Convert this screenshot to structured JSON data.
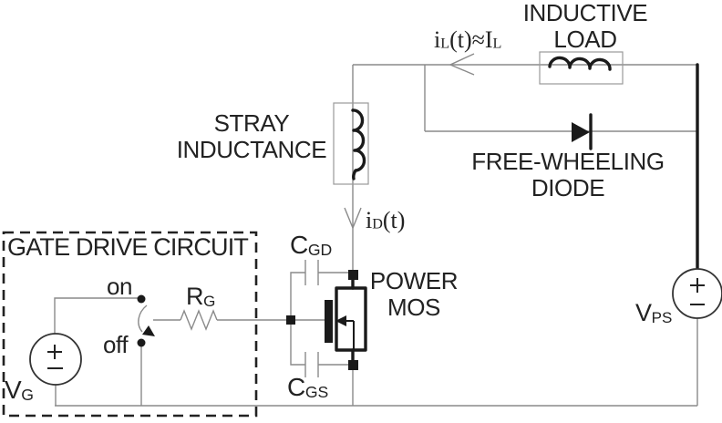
{
  "diagram": {
    "inductive_load": {
      "line1": "INDUCTIVE",
      "line2": "LOAD"
    },
    "stray_inductance": {
      "line1": "STRAY",
      "line2": "INDUCTANCE"
    },
    "free_wheeling": {
      "line1": "FREE-WHEELING",
      "line2": "DIODE"
    },
    "power_mos": {
      "line1": "POWER",
      "line2": "MOS"
    },
    "gate_drive_title": "GATE DRIVE CIRCUIT",
    "switch": {
      "on_label": "on",
      "off_label": "off"
    },
    "currents": {
      "load_current": {
        "pre": "i",
        "sub1": "L",
        "mid": "(t)≈I",
        "sub2": "L"
      },
      "drain_current": {
        "pre": "i",
        "sub": "D",
        "post": "(t)"
      }
    },
    "components": {
      "gate_resistor": {
        "main": "R",
        "sub": "G"
      },
      "gate_drain_cap": {
        "main": "C",
        "sub": "GD"
      },
      "gate_source_cap": {
        "main": "C",
        "sub": "GS"
      },
      "gate_voltage_source": {
        "main": "V",
        "sub": "G"
      },
      "supply_voltage_source": {
        "main": "V",
        "sub": "PS"
      }
    },
    "colors": {
      "background": "#ffffff",
      "text": "#222222",
      "wire": "#8a8a8a",
      "component": "#1a1a1a"
    }
  }
}
